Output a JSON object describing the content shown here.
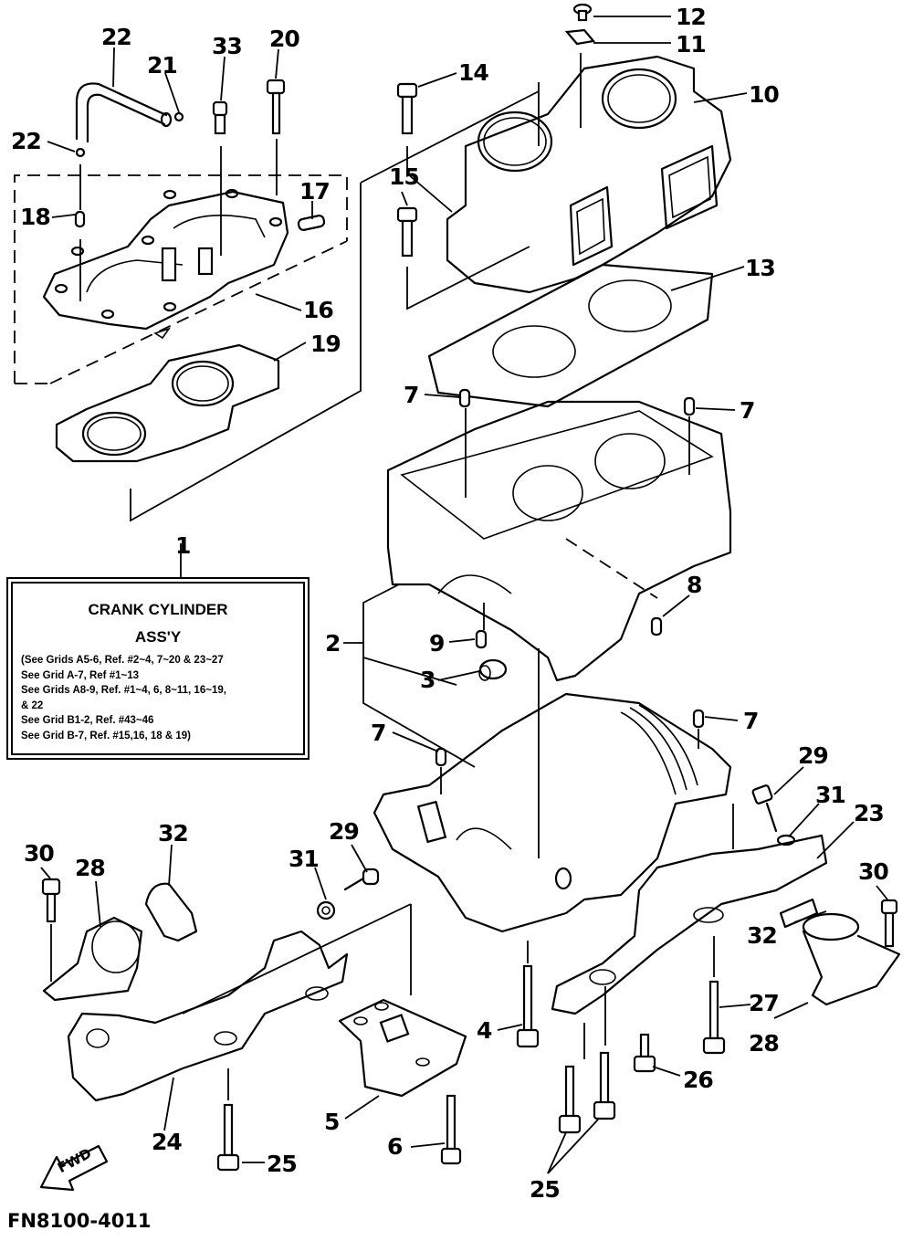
{
  "diagram": {
    "title": "CRANK CYLINDER",
    "subtitle": "ASS'Y",
    "notes": [
      "(See Grids A5-6, Ref. #2~4, 7~20 & 23~27",
      "See Grid A-7, Ref #1~13",
      "See Grids A8-9, Ref. #1~4, 6, 8~11, 16~19,",
      "& 22",
      "See Grid B1-2, Ref. #43~46",
      "See Grid B-7, Ref. #15,16, 18 & 19)"
    ],
    "drawing_code": "FN8100-4011",
    "direction_arrow_label": "FWD",
    "callouts": [
      {
        "id": "c1",
        "label": "1"
      },
      {
        "id": "c2",
        "label": "2"
      },
      {
        "id": "c3",
        "label": "3"
      },
      {
        "id": "c4",
        "label": "4"
      },
      {
        "id": "c5",
        "label": "5"
      },
      {
        "id": "c6",
        "label": "6"
      },
      {
        "id": "c7a",
        "label": "7"
      },
      {
        "id": "c7b",
        "label": "7"
      },
      {
        "id": "c7c",
        "label": "7"
      },
      {
        "id": "c7d",
        "label": "7"
      },
      {
        "id": "c8",
        "label": "8"
      },
      {
        "id": "c9",
        "label": "9"
      },
      {
        "id": "c10",
        "label": "10"
      },
      {
        "id": "c11",
        "label": "11"
      },
      {
        "id": "c12",
        "label": "12"
      },
      {
        "id": "c13",
        "label": "13"
      },
      {
        "id": "c14",
        "label": "14"
      },
      {
        "id": "c15",
        "label": "15"
      },
      {
        "id": "c16",
        "label": "16"
      },
      {
        "id": "c17",
        "label": "17"
      },
      {
        "id": "c18",
        "label": "18"
      },
      {
        "id": "c19",
        "label": "19"
      },
      {
        "id": "c20",
        "label": "20"
      },
      {
        "id": "c21",
        "label": "21"
      },
      {
        "id": "c22a",
        "label": "22"
      },
      {
        "id": "c22b",
        "label": "22"
      },
      {
        "id": "c23",
        "label": "23"
      },
      {
        "id": "c24",
        "label": "24"
      },
      {
        "id": "c25a",
        "label": "25"
      },
      {
        "id": "c25b",
        "label": "25"
      },
      {
        "id": "c26",
        "label": "26"
      },
      {
        "id": "c27",
        "label": "27"
      },
      {
        "id": "c28a",
        "label": "28"
      },
      {
        "id": "c28b",
        "label": "28"
      },
      {
        "id": "c29a",
        "label": "29"
      },
      {
        "id": "c29b",
        "label": "29"
      },
      {
        "id": "c30a",
        "label": "30"
      },
      {
        "id": "c30b",
        "label": "30"
      },
      {
        "id": "c31a",
        "label": "31"
      },
      {
        "id": "c31b",
        "label": "31"
      },
      {
        "id": "c32a",
        "label": "32"
      },
      {
        "id": "c32b",
        "label": "32"
      },
      {
        "id": "c33",
        "label": "33"
      }
    ]
  }
}
